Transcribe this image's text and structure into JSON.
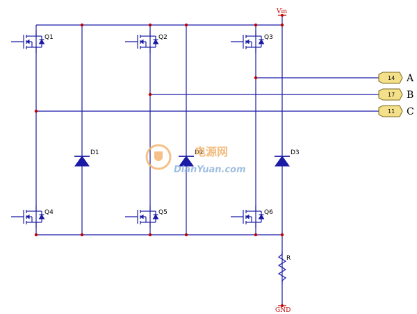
{
  "power": {
    "vin": "Vin",
    "gnd": "GND"
  },
  "transistors": {
    "q1": "Q1",
    "q2": "Q2",
    "q3": "Q3",
    "q4": "Q4",
    "q5": "Q5",
    "q6": "Q6"
  },
  "diodes": {
    "d1": "D1",
    "d2": "D2",
    "d3": "D3"
  },
  "resistor": {
    "r": "R"
  },
  "ports": [
    {
      "number": "14",
      "label": "A"
    },
    {
      "number": "17",
      "label": "B"
    },
    {
      "number": "11",
      "label": "C"
    }
  ],
  "watermark": {
    "chinese": "电源网",
    "english": "DianYuan.com"
  },
  "colors": {
    "wire": "#1a1aa6",
    "node": "#c00000",
    "port_fill": "#f5e08a"
  }
}
